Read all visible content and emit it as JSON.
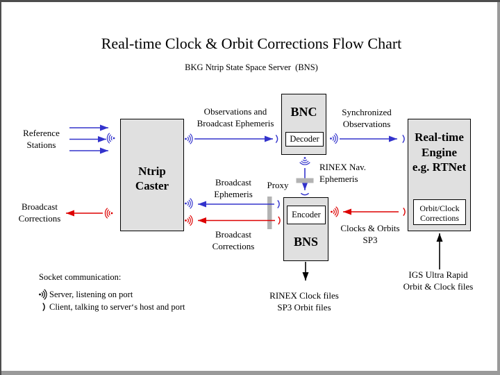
{
  "slide": {
    "title": "Real-time Clock & Orbit Corrections Flow Chart",
    "subtitle": "BKG Ntrip State Space Server  (BNS)"
  },
  "boxes": {
    "ntrip_caster": {
      "lines": [
        "Ntrip",
        "Caster"
      ]
    },
    "bnc": {
      "title": "BNC",
      "sub": "Decoder"
    },
    "bns": {
      "title": "BNS",
      "sub": "Encoder"
    },
    "rt_engine": {
      "lines": [
        "Real-time",
        "Engine",
        "e.g. RTNet"
      ],
      "sub_lines": [
        "Orbit/Clock",
        "Corrections"
      ]
    }
  },
  "labels": {
    "reference_stations": [
      "Reference",
      "Stations"
    ],
    "broadcast_corrections_left": [
      "Broadcast",
      "Corrections"
    ],
    "observations_broadcast_ephemeris": [
      "Observations and",
      "Broadcast Ephemeris"
    ],
    "synchronized_observations": [
      "Synchronized",
      "Observations"
    ],
    "rinex_nav_ephemeris": [
      "RINEX Nav.",
      "Ephemeris"
    ],
    "broadcast_ephemeris": [
      "Broadcast",
      "Ephemeris"
    ],
    "proxy": "Proxy",
    "broadcast_corrections_mid": [
      "Broadcast",
      "Corrections"
    ],
    "clocks_orbits_sp3": [
      "Clocks & Orbits",
      "SP3"
    ],
    "rinex_clock_files": [
      "RINEX Clock files",
      "SP3 Orbit files"
    ],
    "igs_ultra_rapid": [
      "IGS Ultra Rapid",
      "Orbit & Clock files"
    ]
  },
  "legend": {
    "title": "Socket communication:",
    "server": "Server, listening on port",
    "client": "Client, talking to server‘s host and port"
  },
  "colors": {
    "blue_flow": "#3333cc",
    "red_flow": "#dd0000",
    "box_fill": "#e0e0e0",
    "proxy_bar": "#b3b3b3",
    "frame_dark": "#4d4d4d",
    "frame_light": "#9a9a9a"
  }
}
